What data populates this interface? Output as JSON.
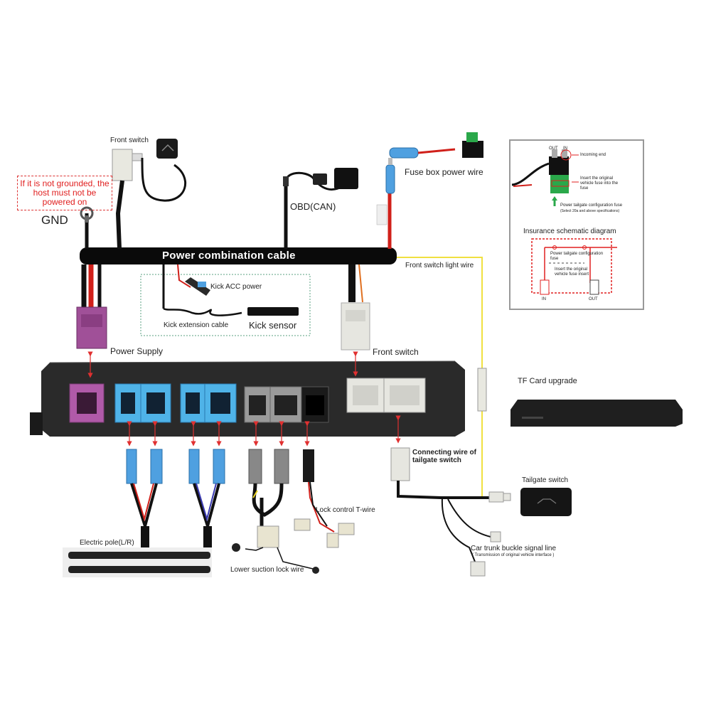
{
  "warning": {
    "text": "If it is not grounded, the host must not be powered on"
  },
  "labels": {
    "front_switch_top": "Front switch",
    "gnd": "GND",
    "obd": "OBD(CAN)",
    "fuse_box_power_wire": "Fuse box power wire",
    "power_combination_cable": "Power combination cable",
    "front_switch_light_wire": "Front switch light wire",
    "kick_acc_power": "Kick ACC power",
    "kick_extension_cable": "Kick extension cable",
    "kick_sensor": "Kick sensor",
    "power_supply": "Power Supply",
    "front_switch_connector": "Front switch",
    "tf_card_upgrade": "TF Card upgrade",
    "connecting_wire": "Connecting wire of tailgate switch",
    "tailgate_switch": "Tailgate switch",
    "lock_control_t_wire": "Lock control T-wire",
    "electric_pole": "Electric pole(L/R)",
    "lower_suction_lock_wire": "Lower suction lock wire",
    "car_trunk_buckle": "Car trunk buckle signal line",
    "car_trunk_buckle_sub": "( Transmission of original vehicle interface )"
  },
  "inset": {
    "out": "OUT",
    "in": "IN",
    "incoming_end": "Incoming end",
    "insert_note": "Insert the original vehicle fuse into the fuse",
    "config_fuse": "Power tailgate configuration fuse",
    "config_fuse_sub": "(Select 20a and above specifications)",
    "schematic_title": "Insurance schematic diagram",
    "schem_fuse": "Power tailgate configuration fuse",
    "schem_insert": "Insert the original vehicle fuse insert",
    "schem_in": "IN",
    "schem_out": "OUT"
  },
  "colors": {
    "module_body": "#2a2a2a",
    "blue_port": "#4fb3e8",
    "purple_port": "#b05aa8",
    "grey_port": "#9a9a9a",
    "white_port": "#e6e6e0",
    "red_wire": "#d0201a",
    "yellow_wire": "#f0e040",
    "arrow_red": "#e03030",
    "inset_red": "#e02020"
  }
}
